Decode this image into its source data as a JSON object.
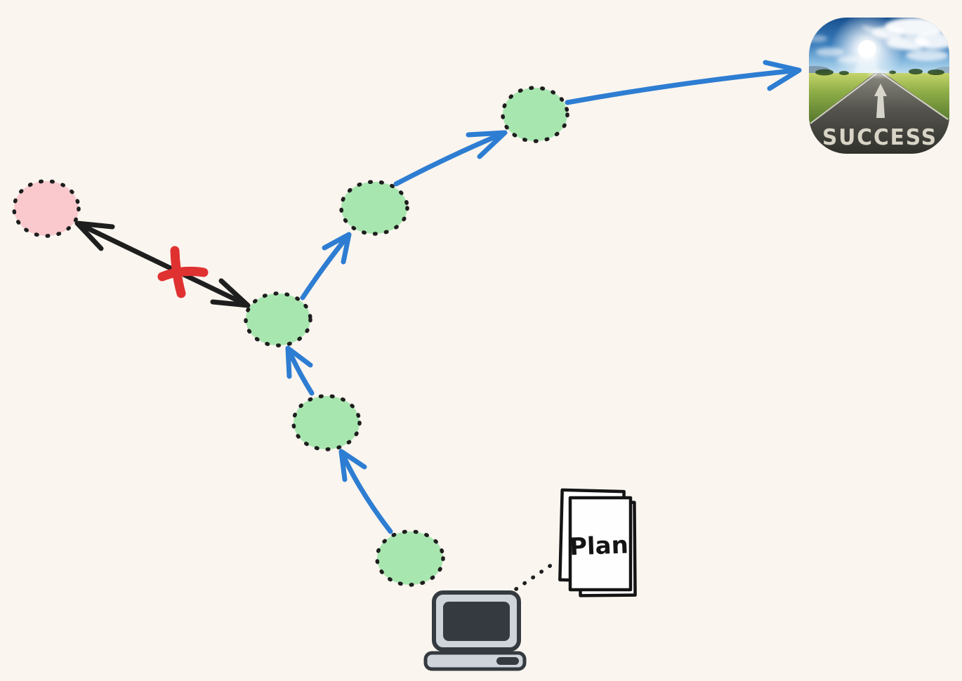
{
  "diagram": {
    "background": "#faf5ef",
    "plan": {
      "label": "Plan"
    },
    "success": {
      "label": "SUCCESS"
    },
    "colors": {
      "step_fill": "#a8e6b0",
      "dead_end_fill": "#f9c9ce",
      "path_arrow": "#2d7dd2",
      "failed_arrow": "#1e1e1e",
      "cross": "#e03131",
      "node_stroke": "#1e1e1e",
      "connector_dots": "#1e1e1e",
      "computer_dark": "#343a40",
      "computer_light": "#ced4da",
      "page_fill": "#fefefe",
      "page_stroke": "#141414",
      "success_text": "#d8d4c6"
    },
    "icons": {
      "computer": "desktop-computer-icon",
      "success": "success-road-photo",
      "cross": "rejection-x-icon"
    }
  }
}
